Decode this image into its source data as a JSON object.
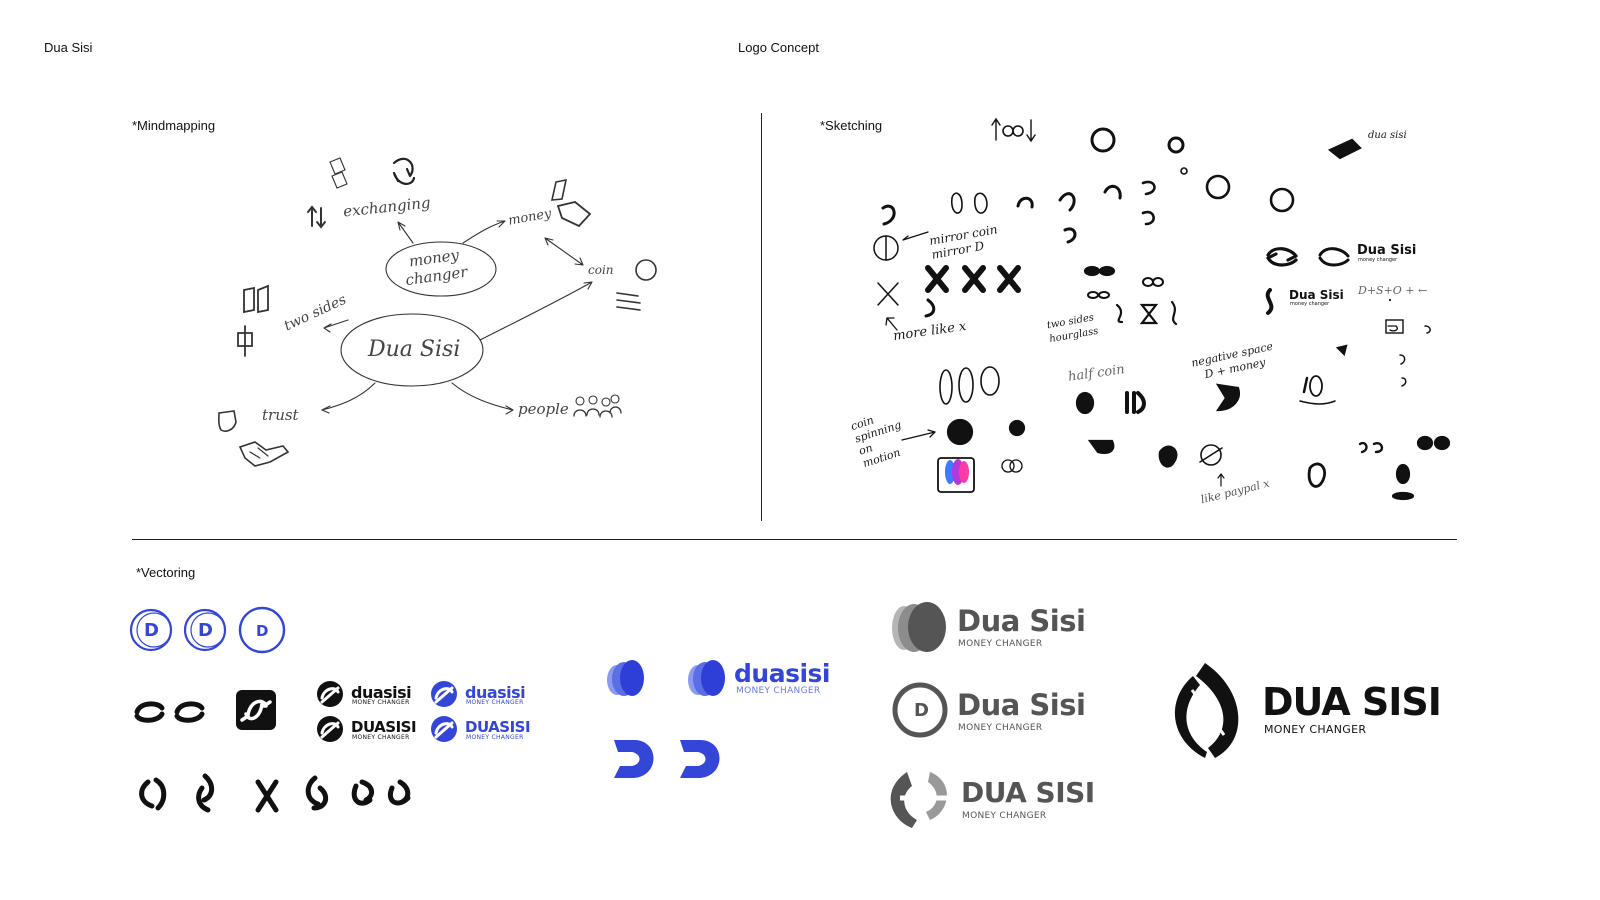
{
  "header": {
    "brand": "Dua Sisi",
    "title": "Logo Concept"
  },
  "sections": {
    "mindmap": "*Mindmapping",
    "sketch": "*Sketching",
    "vector": "*Vectoring"
  },
  "mindmap": {
    "center": "Dua Sisi",
    "node": [
      "money",
      "changer"
    ],
    "exchanging": "exchanging",
    "money": "money",
    "coin": "coin",
    "two_sides": "two sides",
    "trust": "trust",
    "people": "people"
  },
  "sketch": {
    "mirror": [
      "mirror coin",
      "mirror D"
    ],
    "more_like_x": "more like x",
    "two_sides": [
      "two sides",
      "hourglass"
    ],
    "half_coin": "half coin",
    "negative_space": [
      "negative space",
      "D + money"
    ],
    "coin_spinning": [
      "coin",
      "spinning",
      "on",
      "motion"
    ],
    "like_paypal": "like paypal x",
    "formula": "D+S+O + ←",
    "brand_small": "Dua Sisi",
    "brand_small_sub": "money changer",
    "brand_tiny": "dua sisi"
  },
  "vector": {
    "wm_lower": "duasisi",
    "wm_upper": "DUASISI",
    "wm_sub": "MONEY CHANGER",
    "wm_blue": "duasisi",
    "wm_blue_sub": "MONEY CHANGER",
    "d_letter": "D",
    "final": [
      {
        "name": "Dua Sisi",
        "sub": "MONEY CHANGER"
      },
      {
        "name": "Dua Sisi",
        "sub": "MONEY CHANGER"
      },
      {
        "name": "DUA SISI",
        "sub": "MONEY CHANGER"
      }
    ],
    "big": {
      "name": "DUA SISI",
      "sub": "MONEY CHANGER"
    }
  },
  "colors": {
    "blue": "#3446d8",
    "ink": "#111111",
    "gray": "#555555",
    "pencil": "#444444"
  }
}
